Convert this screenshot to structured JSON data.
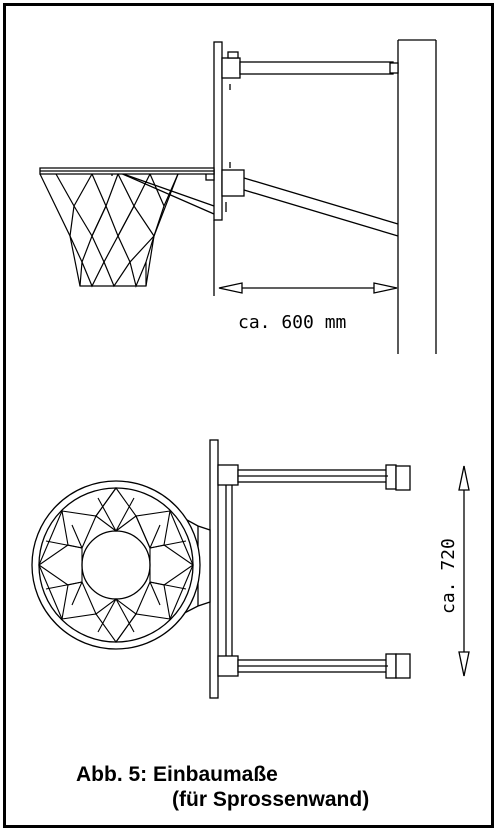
{
  "dimensions": {
    "depth": "ca. 600 mm",
    "width": "ca. 720"
  },
  "caption": {
    "line1": "Abb. 5: Einbaumaße",
    "line2": "(für Sprossenwand)"
  }
}
